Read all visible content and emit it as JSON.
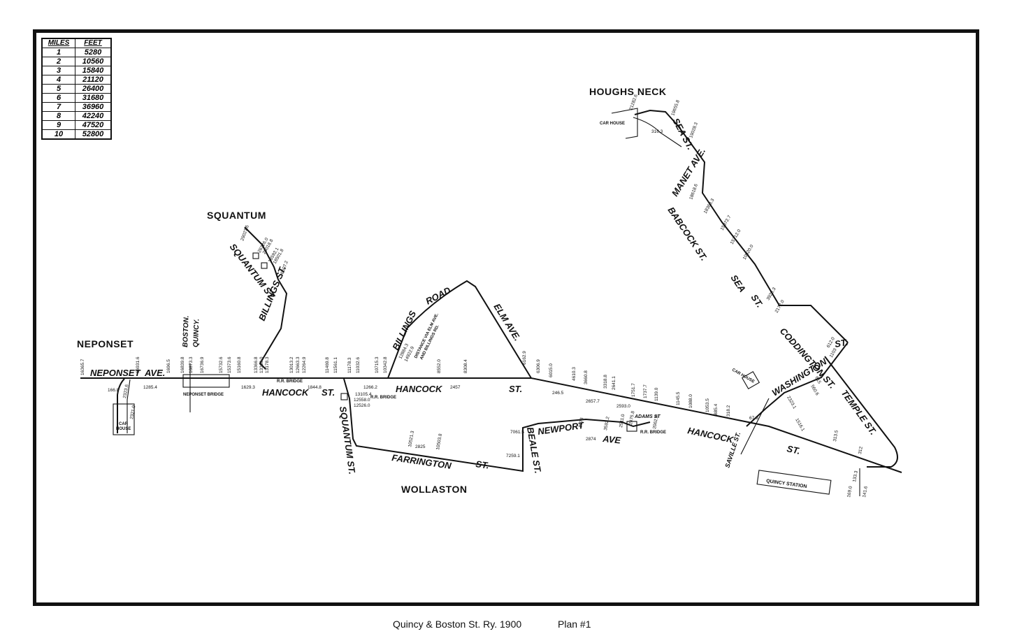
{
  "scale_table": {
    "headers": [
      "MILES",
      "FEET"
    ],
    "rows": [
      [
        "1",
        "5280"
      ],
      [
        "2",
        "10560"
      ],
      [
        "3",
        "15840"
      ],
      [
        "4",
        "21120"
      ],
      [
        "5",
        "26400"
      ],
      [
        "6",
        "31680"
      ],
      [
        "7",
        "36960"
      ],
      [
        "8",
        "42240"
      ],
      [
        "9",
        "47520"
      ],
      [
        "10",
        "52800"
      ]
    ]
  },
  "places": {
    "houghs_neck": "HOUGHS NECK",
    "squantum": "SQUANTUM",
    "neponset": "NEPONSET",
    "wollaston": "WOLLASTON"
  },
  "streets": {
    "neponset": "NEPONSET",
    "ave": "AVE.",
    "hancock_w": "HANCOCK",
    "st_w": "ST.",
    "hancock_m": "HANCOCK",
    "st_m": "ST.",
    "hancock_e": "HANCOCK",
    "st_e": "ST.",
    "squantum_st_n": "SQUANTUM ST.",
    "billings_st": "BILLINGS ST.",
    "squantum_st_s": "SQUANTUM ST.",
    "billings_road_a": "BILLINGS",
    "billings_road_b": "ROAD",
    "elm_ave": "ELM AVE.",
    "farrington": "FARRINGTON",
    "farrington_st": "ST.",
    "beale_st": "BEALE ST.",
    "newport": "NEWPORT",
    "newport_ave": "AVE",
    "sea_st_n": "SEA ST.",
    "manet_ave": "MANET AVE.",
    "babcock_st": "BABCOCK ST.",
    "sea": "SEA",
    "sea_st": "ST.",
    "coddington": "CODDINGTON ST.",
    "washington": "WASHINGTON",
    "washington_st": "ST.",
    "temple_st": "TEMPLE ST.",
    "saville_st": "SAVILLE ST.",
    "adams_st": "ADAMS ST",
    "boston": "BOSTON.",
    "quincy": "QUINCY."
  },
  "features": {
    "neponset_bridge": "NEPONSET BRIDGE",
    "car_house_w_a": "CAR",
    "car_house_w_b": "HOUSE",
    "car_house_hn": "CAR HOUSE",
    "car_house_e": "CAR HOUSE",
    "quincy_station": "QUINCY STATION",
    "rr_bridge_1": "R.R. BRIDGE",
    "rr_bridge_2": "R.R. BRIDGE",
    "rr_bridge_3": "R.R. BRIDGE",
    "note_a": "DISTANCE VIA ELM AVE.",
    "note_b": "AND BILLINGS RD."
  },
  "distances": {
    "d01": "16365.7",
    "d02": "166.8",
    "d03": "16931.6",
    "d04": "1696.5",
    "d05": "1285.4",
    "d06": "16839.8",
    "d07": "16873.3",
    "d08": "16736.9",
    "d09": "15732.6",
    "d10": "15373.6",
    "d11": "15160.8",
    "d12": "1629.3",
    "d13": "13366.8",
    "d14": "13360.0",
    "d15": "13178.3",
    "d16": "13013.2",
    "d17": "12663.3",
    "d18": "12264.9",
    "d19": "11469.8",
    "d20": "11561.1",
    "d21": "11178.3",
    "d22": "11032.6",
    "d23": "10715.3",
    "d24": "10342.8",
    "d25": "1844.8",
    "d26": "1266.2",
    "d27": "13105.4",
    "d28": "12558.0",
    "d29": "12526.0",
    "d30": "12884.3",
    "d31": "14922.9",
    "d32": "8552.0",
    "d33": "8308.4",
    "d34": "2457",
    "d35": "6162.9",
    "d36": "6306.9",
    "d37": "6015.0",
    "d38": "246.5",
    "d39": "4610.3",
    "d40": "3660.8",
    "d41": "3318.8",
    "d42": "2641.1",
    "d43": "2657.7",
    "d44": "2593.0",
    "d45": "1751.7",
    "d46": "1737.7",
    "d47": "1139.0",
    "d48": "1145.5",
    "d49": "1088.0",
    "d50": "1053.5",
    "d51": "885.4",
    "d52": "318.2",
    "d53": "67.9",
    "d54": "21282.6",
    "d55": "19655.8",
    "d56": "19028.3",
    "d57": "316.3",
    "d58": "18618.6",
    "d59": "18368.3",
    "d60": "15972.7",
    "d61": "15712.0",
    "d62": "10920.0",
    "d63": "3928.3",
    "d64": "2172.0",
    "d65": "612.0",
    "d66": "1103",
    "d67": "615",
    "d68": "560.6",
    "d69": "2323.1",
    "d70": "1516.1",
    "d71": "313.5",
    "d72": "312",
    "d73": "133.3",
    "d74": "169.0",
    "d75": "141.6",
    "d76": "10521.3",
    "d77": "10503.8",
    "d78": "2825",
    "d79": "7061.5",
    "d80": "7259.1",
    "d81": "8078",
    "d82": "3582.2",
    "d83": "2874",
    "d84": "2511.0",
    "d85": "2475.8",
    "d86": "2062.8",
    "d87": "29027.6",
    "d88": "26326.0",
    "d89": "26018.8",
    "d90": "18592.1",
    "d91": "18501.8",
    "d92": "16607.2",
    "d93": "2323.6",
    "d94": "2321.0"
  },
  "caption": {
    "title": "Quincy & Boston St. Ry. 1900",
    "plan": "Plan #1"
  }
}
